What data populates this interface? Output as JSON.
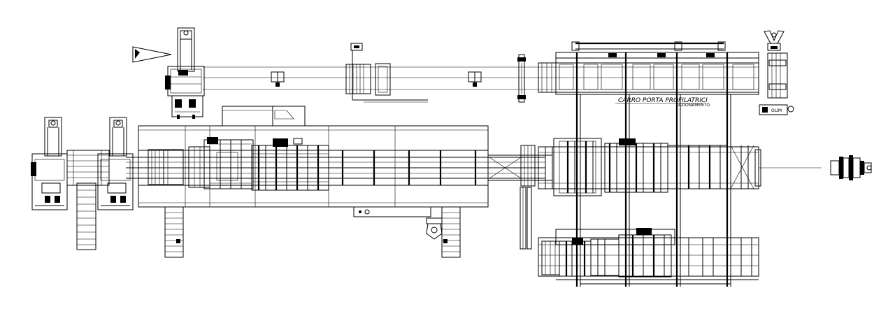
{
  "drawing": {
    "background": "#ffffff",
    "line_color": "#000000",
    "labels": {
      "carro_label": "CARRO PORTA PROFILATRICI",
      "carro_sublabel": "AZIONAMENTO",
      "small_label": "OLIM"
    }
  }
}
